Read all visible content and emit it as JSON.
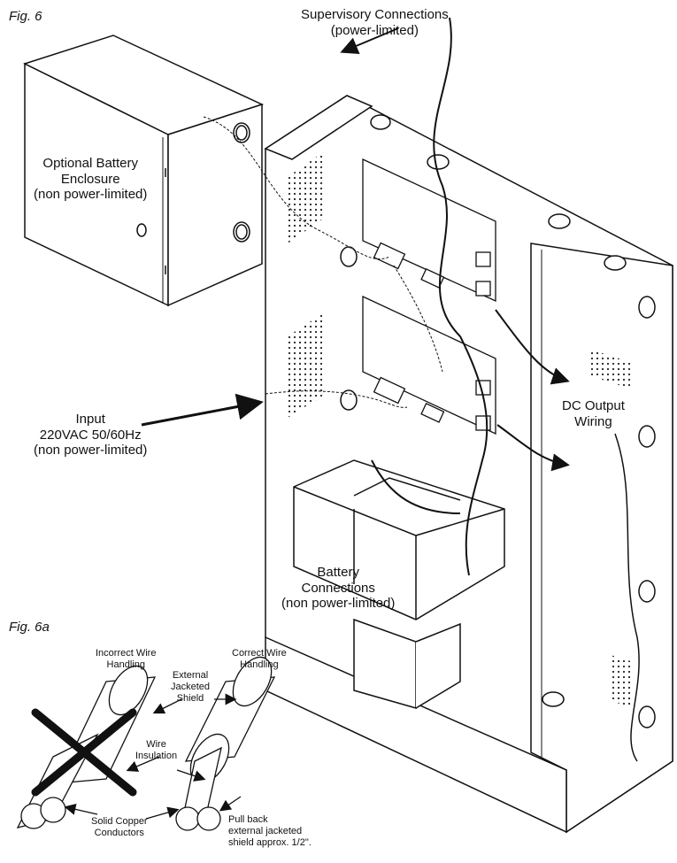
{
  "figures": {
    "fig6": "Fig. 6",
    "fig6a": "Fig. 6a"
  },
  "labels": {
    "supervisory": [
      "Supervisory Connections",
      "(power-limited)"
    ],
    "battery_enclosure": [
      "Optional Battery",
      "Enclosure",
      "(non power-limited)"
    ],
    "input": [
      "Input",
      "220VAC 50/60Hz",
      "(non power-limited)"
    ],
    "dc_output": [
      "DC Output",
      "Wiring"
    ],
    "battery_connections": [
      "Battery",
      "Connections",
      "(non power-limited)"
    ]
  },
  "wire_labels": {
    "incorrect": [
      "Incorrect Wire",
      "Handling"
    ],
    "correct": [
      "Correct Wire",
      "Handling"
    ],
    "external_shield": [
      "External",
      "Jacketed",
      "Shield"
    ],
    "wire_insulation": [
      "Wire",
      "Insulation"
    ],
    "solid_copper": [
      "Solid Copper",
      "Conductors"
    ],
    "pull_back": [
      "Pull back",
      "external jacketed",
      "shield approx. 1/2\"."
    ]
  }
}
